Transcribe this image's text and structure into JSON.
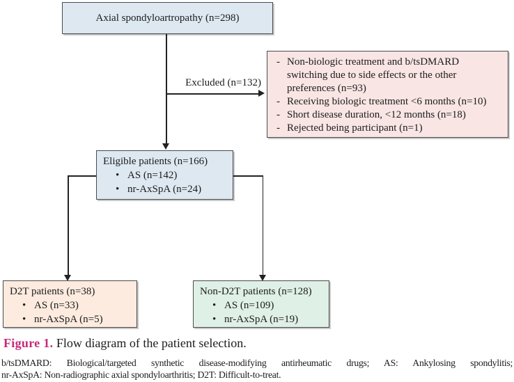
{
  "diagram": {
    "bullet": "•",
    "dash": "-",
    "top_box": {
      "label": "Axial spondyloartropathy (n=298)"
    },
    "excluded_arrow_label": "Excluded (n=132)",
    "excluded_box": {
      "items": [
        "Non-biologic treatment and b/tsDMARD switching due to side effects or the other preferences (n=93)",
        "Receiving biologic treatment <6 months (n=10)",
        "Short disease duration, <12 months (n=18)",
        "Rejected being participant (n=1)"
      ]
    },
    "eligible_box": {
      "title": "Eligible patients (n=166)",
      "items": [
        "AS (n=142)",
        "nr-AxSpA (n=24)"
      ]
    },
    "d2t_box": {
      "title": "D2T patients (n=38)",
      "items": [
        "AS (n=33)",
        "nr-AxSpA (n=5)"
      ]
    },
    "non_d2t_box": {
      "title": "Non-D2T patients (n=128)",
      "items": [
        "AS (n=109)",
        "nr-AxSpA (n=19)"
      ]
    }
  },
  "caption": {
    "label": "Figure 1.",
    "text": "Flow diagram of the patient selection."
  },
  "footnote": {
    "line1": "b/tsDMARD: Biological/targeted synthetic disease-modifying antirheumatic drugs; AS: Ankylosing spondylitis;",
    "line2": "nr-AxSpA: Non-radiographic axial spondyloarthritis; D2T: Difficult-to-treat."
  },
  "colors": {
    "box_blue": "#dde8f1",
    "box_pink": "#f8e5e4",
    "box_peach": "#fdebdf",
    "box_green": "#dff0e6",
    "line": "#222222",
    "figure_label": "#c42a78"
  }
}
